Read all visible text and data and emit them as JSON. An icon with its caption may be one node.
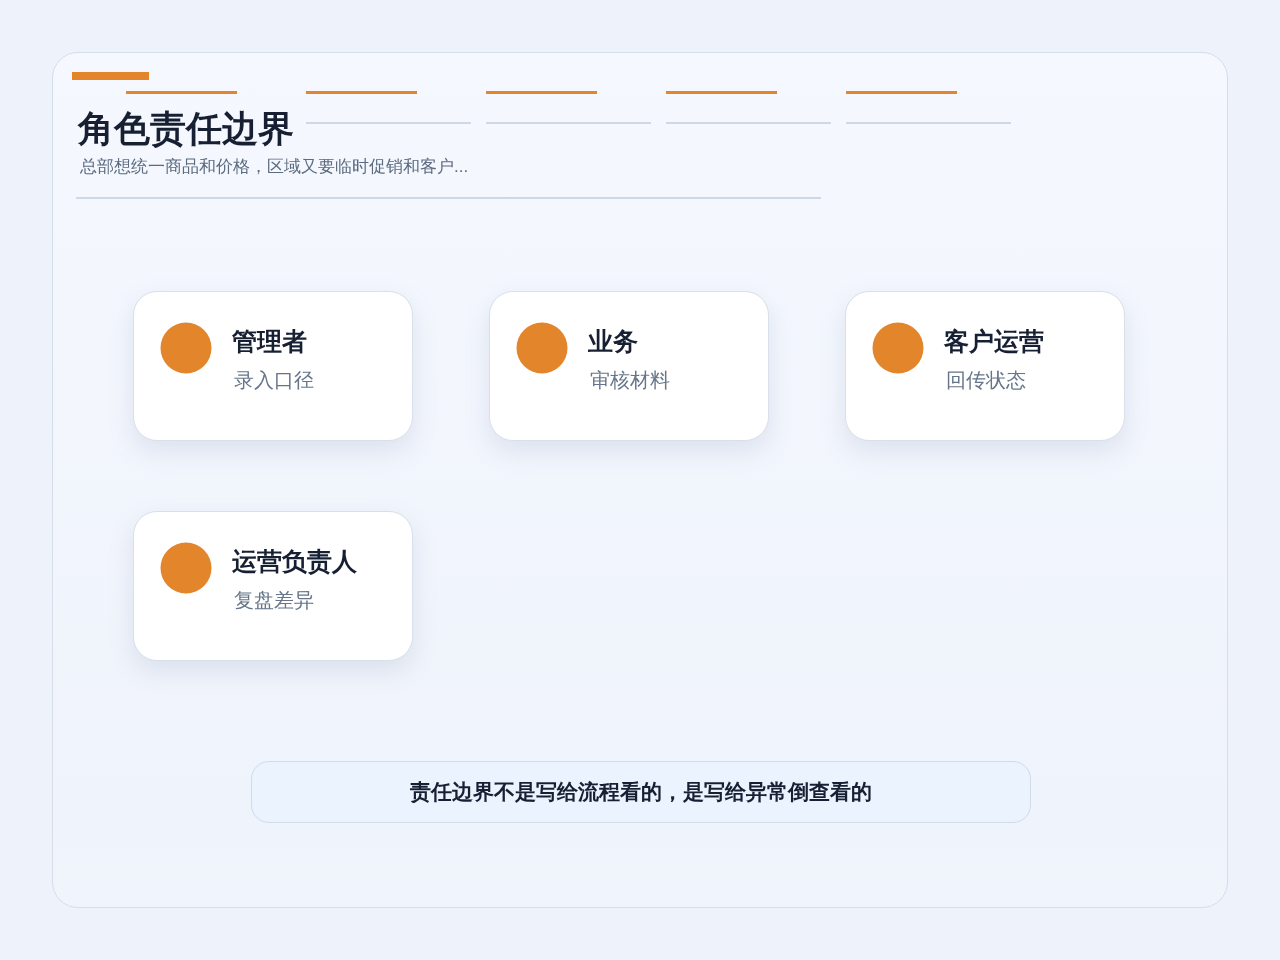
{
  "diagram": {
    "title": "角色责任边界",
    "nodes": [
      {
        "text": [
          "管理者",
          "录入口径"
        ]
      },
      {
        "text": [
          "业务",
          "审核材料"
        ]
      },
      {
        "text": [
          "客户运营",
          "回传状态"
        ]
      },
      {
        "text": [
          "运营负责人",
          "复盘差异"
        ]
      },
      {
        "text": [
          "责任边界不是写给流程看的，是写给异常倒查看的"
        ]
      }
    ],
    "labels": [
      "总部想统一商品和价格，区域又要临时促销和客户..."
    ]
  }
}
